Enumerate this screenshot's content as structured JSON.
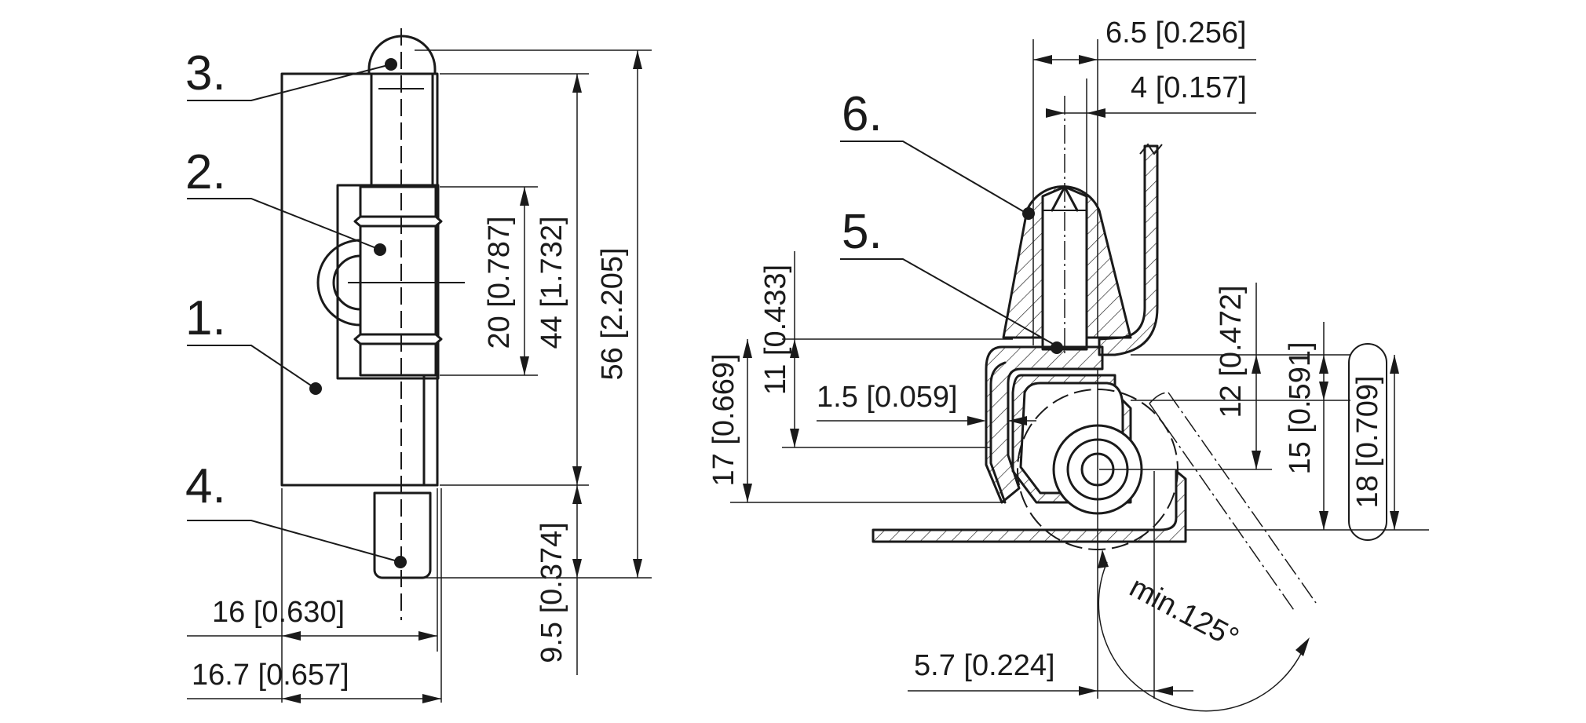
{
  "callouts": [
    "1.",
    "2.",
    "3.",
    "4.",
    "5.",
    "6."
  ],
  "front_view": {
    "dims": {
      "d_20": "20 [0.787]",
      "d_44": "44 [1.732]",
      "d_56": "56 [2.205]",
      "d_9_5": "9.5 [0.374]",
      "d_16": "16 [0.630]",
      "d_16_7": "16.7 [0.657]"
    }
  },
  "side_view": {
    "dims": {
      "d_6_5": "6.5 [0.256]",
      "d_4": "4 [0.157]",
      "d_11": "11 [0.433]",
      "d_17": "17 [0.669]",
      "d_1_5": "1.5 [0.059]",
      "d_12": "12 [0.472]",
      "d_15": "15 [0.591]",
      "d_18": "18 [0.709]",
      "d_5_7": "5.7 [0.224]"
    },
    "angle_label": "min.125°"
  }
}
